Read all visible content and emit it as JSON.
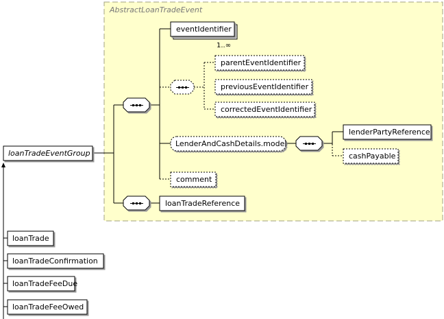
{
  "diagram": {
    "group_title": "AbstractLoanTradeEvent",
    "root": "loanTradeEventGroup",
    "elements": {
      "event_identifier": "eventIdentifier",
      "event_identifier_cardinality": "1..∞",
      "parent_event_identifier": "parentEventIdentifier",
      "previous_event_identifier": "previousEventIdentifier",
      "corrected_event_identifier": "correctedEventIdentifier",
      "lender_cash_model": "LenderAndCashDetails.model",
      "lender_party_reference": "lenderPartyReference",
      "cash_payable": "cashPayable",
      "comment": "comment",
      "loan_trade_reference": "loanTradeReference"
    },
    "derived": [
      "loanTrade",
      "loanTradeConfirmation",
      "loanTradeFeeDue",
      "loanTradeFeeOwed"
    ]
  },
  "colors": {
    "group_fill": "#ffffcc",
    "group_border": "#a0a080",
    "line": "#000000"
  }
}
